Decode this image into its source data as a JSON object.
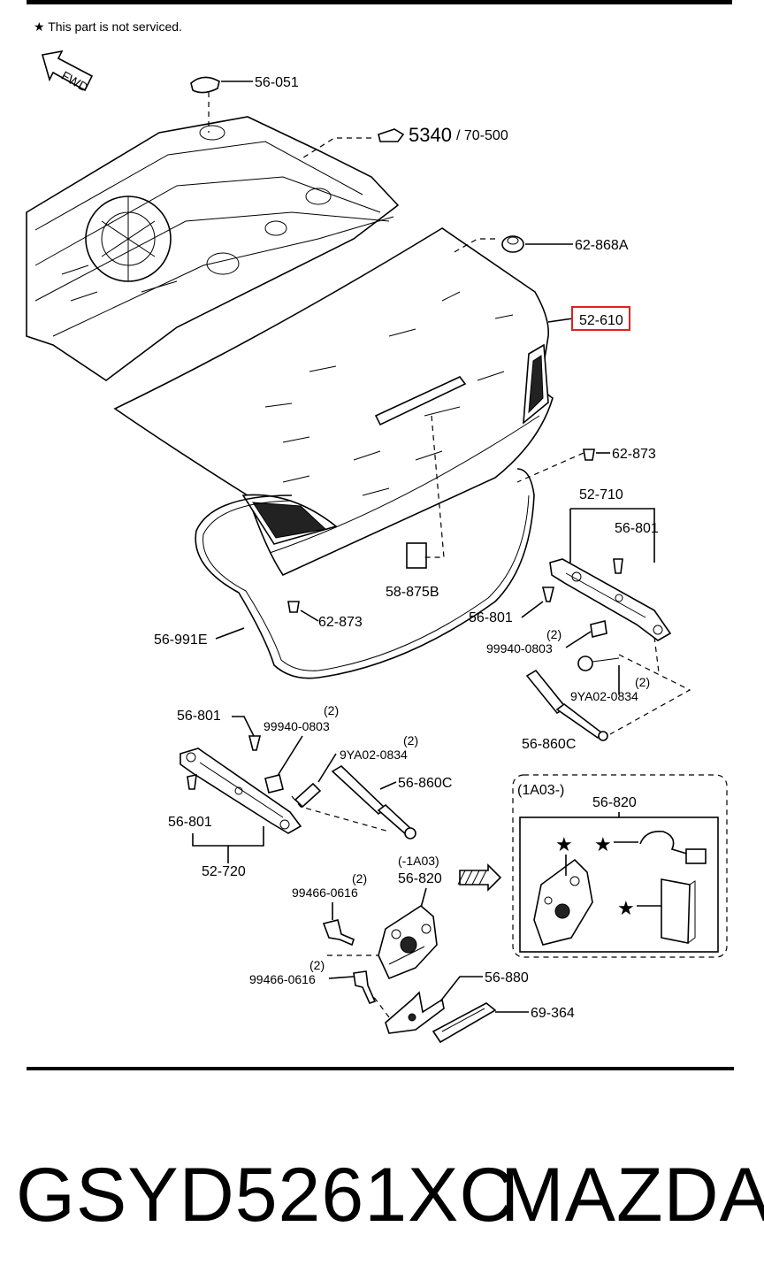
{
  "note": "★ This part is not serviced.",
  "fwd_label": "FWD",
  "labels": {
    "p56_051": "56-051",
    "p5340": "5340",
    "p70_500": "/ 70-500",
    "p62_868a": "62-868A",
    "p52_610": "52-610",
    "p62_873_top": "62-873",
    "p52_710": "52-710",
    "p56_801_a": "56-801",
    "p56_801_b": "56-801",
    "p99940_a": "99940-0803",
    "p99940_a_qty": "(2)",
    "p9ya02_a": "9YA02-0834",
    "p9ya02_a_qty": "(2)",
    "p56_860c_a": "56-860C",
    "p58_875b": "58-875B",
    "p62_873_low": "62-873",
    "p56_991e": "56-991E",
    "p56_801_c": "56-801",
    "p99940_b": "99940-0803",
    "p99940_b_qty": "(2)",
    "p9ya02_b": "9YA02-0834",
    "p9ya02_b_qty": "(2)",
    "p56_860c_b": "56-860C",
    "p56_801_d": "56-801",
    "p52_720": "52-720",
    "p1a03_range": "(-1A03)",
    "p56_820_a": "56-820",
    "p99466_a": "99466-0616",
    "p99466_a_qty": "(2)",
    "p99466_b": "99466-0616",
    "p99466_b_qty": "(2)",
    "p56_880": "56-880",
    "p69_364": "69-364",
    "box_title": "(1A03-)",
    "p56_820_b": "56-820"
  },
  "highlight_color": "#e02020",
  "footer": {
    "part_number": "GSYD5261XC",
    "brand": "MAZDA"
  }
}
